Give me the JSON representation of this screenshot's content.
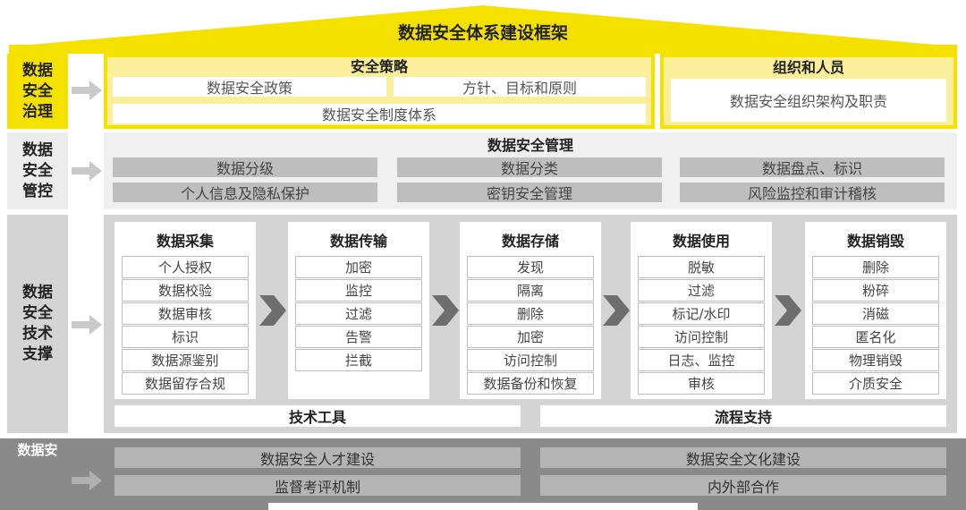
{
  "title": "数据安全体系建设框架",
  "rows": {
    "governance": {
      "label": [
        "数据",
        "安全",
        "治理"
      ]
    },
    "management": {
      "label": [
        "数据",
        "安全",
        "管控"
      ]
    },
    "technical": {
      "label": [
        "数据",
        "安全",
        "技术",
        "支撑"
      ]
    },
    "operations": {
      "label": [
        "数据安"
      ]
    }
  },
  "governance": {
    "strategy": {
      "title": "安全策略",
      "items": [
        "数据安全政策",
        "方针、目标和原则",
        "数据安全制度体系"
      ]
    },
    "org": {
      "title": "组织和人员",
      "item": "数据安全组织架构及职责"
    }
  },
  "management": {
    "title": "数据安全管理",
    "items": [
      "数据分级",
      "数据分类",
      "数据盘点、标识",
      "个人信息及隐私保护",
      "密钥安全管理",
      "风险监控和审计稽核"
    ]
  },
  "technical": {
    "stages": [
      {
        "title": "数据采集",
        "items": [
          "个人授权",
          "数据校验",
          "数据审核",
          "标识",
          "数据源鉴别",
          "数据留存合规"
        ]
      },
      {
        "title": "数据传输",
        "items": [
          "加密",
          "监控",
          "过滤",
          "告警",
          "拦截"
        ]
      },
      {
        "title": "数据存储",
        "items": [
          "发现",
          "隔离",
          "删除",
          "加密",
          "访问控制",
          "数据备份和恢复"
        ]
      },
      {
        "title": "数据使用",
        "items": [
          "脱敏",
          "过滤",
          "标记/水印",
          "访问控制",
          "日志、监控",
          "审核"
        ]
      },
      {
        "title": "数据销毁",
        "items": [
          "删除",
          "粉碎",
          "消磁",
          "匿名化",
          "物理销毁",
          "介质安全"
        ]
      }
    ],
    "tools": "技术工具",
    "process": "流程支持"
  },
  "operations": {
    "items": [
      "数据安全人才建设",
      "数据安全文化建设",
      "监督考评机制",
      "内外部合作"
    ]
  },
  "colors": {
    "yellow": "#f5e100",
    "yellow_light": "#fbef9b",
    "gray": "#bebebe",
    "dark": "#8a8a8a"
  }
}
